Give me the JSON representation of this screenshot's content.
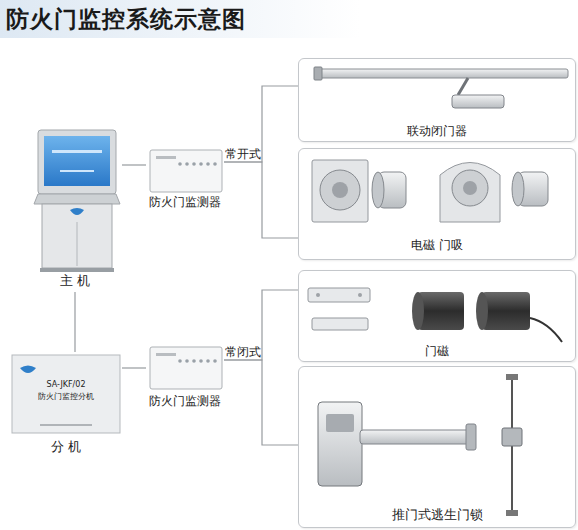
{
  "diagram": {
    "title": "防火门监控系统示意图",
    "nodes": [
      {
        "text": [
          "主 机"
        ]
      },
      {
        "text": [
          "防火门监测器"
        ]
      },
      {
        "text": [
          "联动闭门器"
        ]
      },
      {
        "text": [
          "电磁 门吸"
        ]
      },
      {
        "text": [
          "SA-JKF/02",
          "防火门监控分机",
          "分 机"
        ]
      },
      {
        "text": [
          "防火门监测器"
        ]
      },
      {
        "text": [
          "门磁"
        ]
      },
      {
        "text": [
          "推门式逃生门锁"
        ]
      }
    ],
    "edges": [
      {
        "from": 0,
        "to": 1,
        "arrow": "none"
      },
      {
        "from": 0,
        "to": 4,
        "arrow": "none"
      },
      {
        "from": 4,
        "to": 5,
        "arrow": "none"
      },
      {
        "from": 1,
        "to": 2,
        "label": "常开式",
        "arrow": "none"
      },
      {
        "from": 1,
        "to": 3,
        "arrow": "none"
      },
      {
        "from": 5,
        "to": 6,
        "label": "常闭式",
        "arrow": "none"
      },
      {
        "from": 5,
        "to": 7,
        "arrow": "none"
      }
    ]
  }
}
